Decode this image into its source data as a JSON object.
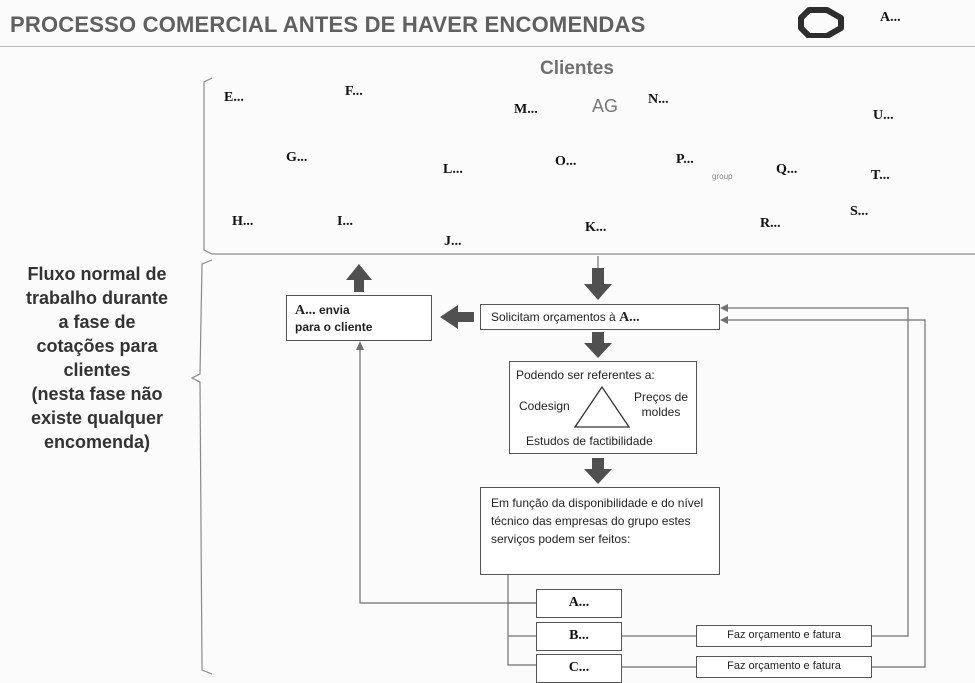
{
  "header": {
    "title": "PROCESSO COMERCIAL ANTES DE HAVER ENCOMENDAS",
    "logo_label": "A..."
  },
  "clients": {
    "title": "Clientes",
    "names": [
      "E...",
      "F...",
      "M...",
      "N...",
      "U...",
      "G...",
      "L...",
      "O...",
      "P...",
      "Q...",
      "T...",
      "S...",
      "H...",
      "I...",
      "J...",
      "K...",
      "R..."
    ],
    "faint_text": "AG",
    "faint_small": "group"
  },
  "side_note": {
    "lines": [
      "Fluxo normal de",
      "trabalho durante",
      "a fase de",
      "cotações para",
      "clientes",
      "(nesta fase não",
      "existe qualquer",
      "encomenda)"
    ]
  },
  "flow": {
    "send_short": "A...",
    "send_rest": "envia",
    "send_line2": "para o cliente",
    "request_text": "Solicitam orçamentos à",
    "request_short": "A...",
    "ref_title": "Podendo ser referentes a:",
    "ref_left": "Codesign",
    "ref_right": "Preços de moldes",
    "ref_bottom": "Estudos de factibilidade",
    "func_text": "Em função da disponibilidade e do nível técnico das empresas do grupo estes serviços podem ser feitos:",
    "companies": [
      "A...",
      "B...",
      "C..."
    ],
    "quote_label": "Faz orçamento e fatura"
  },
  "colors": {
    "arrow": "#505050",
    "line": "#707070",
    "title": "#606060"
  }
}
